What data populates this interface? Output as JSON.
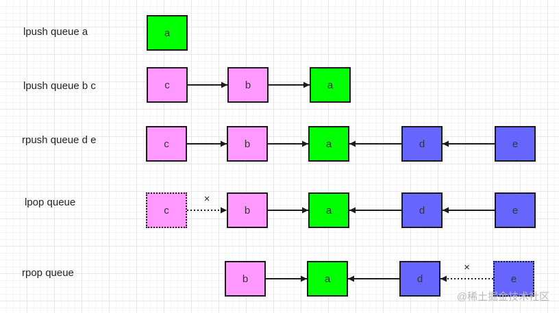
{
  "colors": {
    "pink": "#ff99ff",
    "green": "#00ff00",
    "blue": "#6666ff",
    "line": "#1a1a1a"
  },
  "rows": [
    {
      "label": "lpush queue a",
      "nodes": [
        {
          "text": "a",
          "color": "green"
        }
      ],
      "links": []
    },
    {
      "label": "lpush queue b c",
      "nodes": [
        {
          "text": "c",
          "color": "pink"
        },
        {
          "text": "b",
          "color": "pink"
        },
        {
          "text": "a",
          "color": "green"
        }
      ],
      "links": [
        {
          "from": 0,
          "to": 1
        },
        {
          "from": 1,
          "to": 2
        }
      ]
    },
    {
      "label": "rpush queue d e",
      "nodes": [
        {
          "text": "c",
          "color": "pink"
        },
        {
          "text": "b",
          "color": "pink"
        },
        {
          "text": "a",
          "color": "green"
        },
        {
          "text": "d",
          "color": "blue"
        },
        {
          "text": "e",
          "color": "blue"
        }
      ],
      "links": [
        {
          "from": 0,
          "to": 1
        },
        {
          "from": 1,
          "to": 2
        },
        {
          "from": 3,
          "to": 2
        },
        {
          "from": 4,
          "to": 3
        }
      ]
    },
    {
      "label": "lpop queue",
      "nodes": [
        {
          "text": "c",
          "color": "pink",
          "removed": true
        },
        {
          "text": "b",
          "color": "pink"
        },
        {
          "text": "a",
          "color": "green"
        },
        {
          "text": "d",
          "color": "blue"
        },
        {
          "text": "e",
          "color": "blue"
        }
      ],
      "links": [
        {
          "from": 0,
          "to": 1,
          "dotted": true,
          "mark": "×"
        },
        {
          "from": 1,
          "to": 2
        },
        {
          "from": 3,
          "to": 2
        },
        {
          "from": 4,
          "to": 3
        }
      ]
    },
    {
      "label": "rpop queue",
      "nodes": [
        {
          "text": "b",
          "color": "pink"
        },
        {
          "text": "a",
          "color": "green"
        },
        {
          "text": "d",
          "color": "blue"
        },
        {
          "text": "e",
          "color": "blue",
          "removed": true
        }
      ],
      "links": [
        {
          "from": 0,
          "to": 1
        },
        {
          "from": 2,
          "to": 1
        },
        {
          "from": 3,
          "to": 2,
          "dotted": true,
          "mark": "×"
        }
      ]
    }
  ],
  "watermark": "@稀土掘金技术社区"
}
